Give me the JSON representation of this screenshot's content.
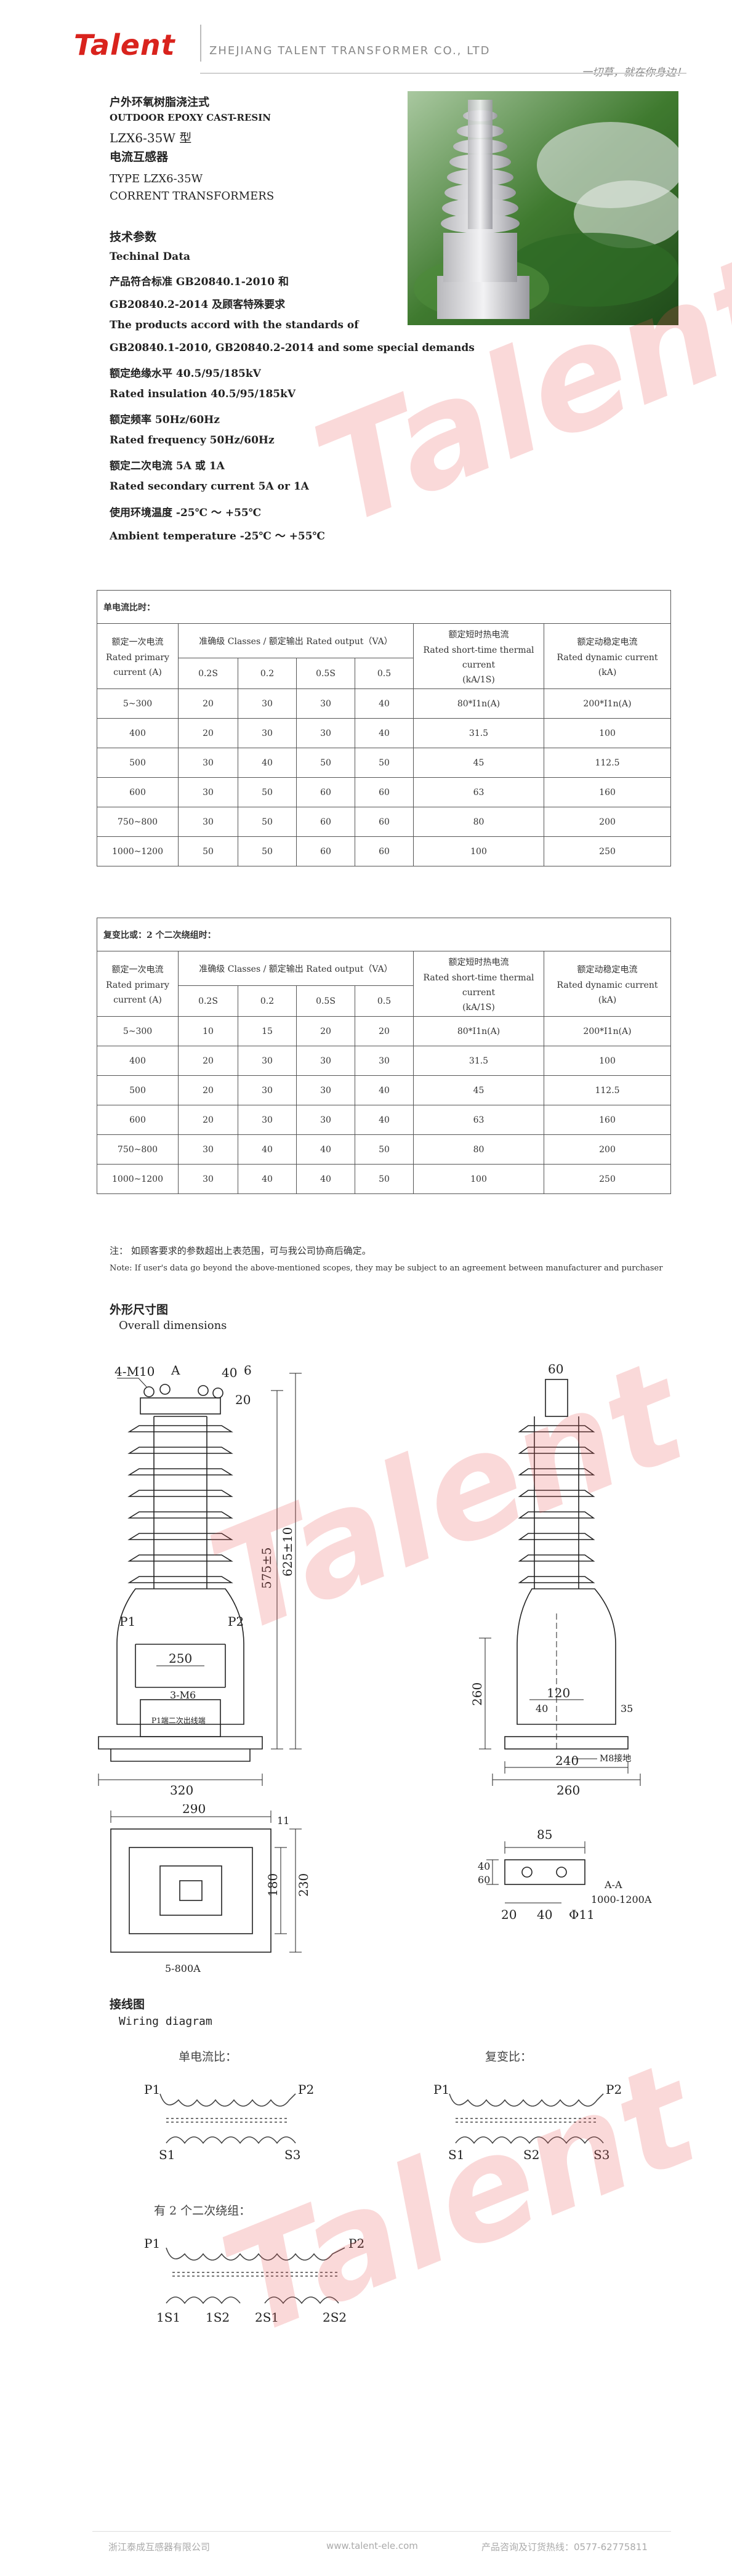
{
  "header": {
    "logo": "Talent",
    "company": "ZHEJIANG TALENT TRANSFORMER CO., LTD",
    "slogan": "一切草，就在你身边！"
  },
  "watermark": "Talent",
  "intro": {
    "title_cn": "户外环氧树脂浇注式",
    "title_en": "OUTDOOR EPOXY CAST-RESIN",
    "type_cn": "LZX6-35W  型",
    "name_cn": "电流互感器",
    "type_en": "TYPE    LZX6-35W",
    "name_en": "CORRENT TRANSFORMERS",
    "tech_cn": "技术参数",
    "tech_en": "Techinal Data",
    "std_cn_1": "产品符合标准 GB20840.1-2010 和",
    "std_cn_2": "GB20840.2-2014 及顾客特殊要求",
    "std_en_1": "The products accord with the standards of",
    "std_en_2": "GB20840.1-2010, GB20840.2-2014 and some special demands",
    "ins_cn": "额定绝缘水平  40.5/95/185kV",
    "ins_en": "Rated insulation    40.5/95/185kV",
    "freq_cn": "额定频率  50Hz/60Hz",
    "freq_en": "Rated frequency    50Hz/60Hz",
    "sec_cn": "额定二次电流  5A 或 1A",
    "sec_en": "Rated secondary current  5A or 1A",
    "temp_cn": "使用环境温度  -25℃  ～ +55℃",
    "temp_en": "Ambient temperature     -25℃  ～  +55℃"
  },
  "table_headers": {
    "col_primary": [
      "额定一次电流",
      "Rated primary",
      "current   (A)"
    ],
    "col_classes": "准确级 Classes   /   额定输出 Rated output（VA）",
    "col_thermal": [
      "额定短时热电流",
      "Rated short-time thermal",
      "current",
      "(kA/1S)"
    ],
    "col_dynamic": [
      "额定动稳定电流",
      "Rated dynamic current",
      "(kA)"
    ],
    "classes": [
      "0.2S",
      "0.2",
      "0.5S",
      "0.5"
    ]
  },
  "table1": {
    "caption": "单电流比时：",
    "rows": [
      [
        "5~300",
        "20",
        "30",
        "30",
        "40",
        "80*I1n(A)",
        "200*I1n(A)"
      ],
      [
        "400",
        "20",
        "30",
        "30",
        "40",
        "31.5",
        "100"
      ],
      [
        "500",
        "30",
        "40",
        "50",
        "50",
        "45",
        "112.5"
      ],
      [
        "600",
        "30",
        "50",
        "60",
        "60",
        "63",
        "160"
      ],
      [
        "750~800",
        "30",
        "50",
        "60",
        "60",
        "80",
        "200"
      ],
      [
        "1000~1200",
        "50",
        "50",
        "60",
        "60",
        "100",
        "250"
      ]
    ]
  },
  "table2": {
    "caption": "复变比或：2 个二次绕组时：",
    "rows": [
      [
        "5~300",
        "10",
        "15",
        "20",
        "20",
        "80*I1n(A)",
        "200*I1n(A)"
      ],
      [
        "400",
        "20",
        "30",
        "30",
        "30",
        "31.5",
        "100"
      ],
      [
        "500",
        "20",
        "30",
        "30",
        "40",
        "45",
        "112.5"
      ],
      [
        "600",
        "20",
        "30",
        "30",
        "40",
        "63",
        "160"
      ],
      [
        "750~800",
        "30",
        "40",
        "40",
        "50",
        "80",
        "200"
      ],
      [
        "1000~1200",
        "30",
        "40",
        "40",
        "50",
        "100",
        "250"
      ]
    ]
  },
  "notes": {
    "cn": "注：  如顾客要求的参数超出上表范围，可与我公司协商后确定。",
    "en": "Note:    If user's data go beyond the above-mentioned scopes, they may be subject to an agreement between manufacturer and purchaser"
  },
  "dimensions": {
    "title_cn": "外形尺寸图",
    "title_en": "Overall dimensions",
    "front": {
      "d4m10": "4-M10",
      "a": "A",
      "d40": "40",
      "d6": "6",
      "d20": "20",
      "d575": "575±5",
      "d625": "625±10",
      "p1": "P1",
      "p2": "P2",
      "d250": "250",
      "d3m6": "3-M6",
      "terminal": "P1端二次出线端",
      "d320": "320"
    },
    "side": {
      "d60": "60",
      "d120": "120",
      "d260v": "260",
      "d35": "35",
      "d40": "40",
      "ground": "M8接地",
      "d240": "240",
      "d260": "260"
    },
    "bottom": {
      "d290": "290",
      "d11": "11",
      "d180": "180",
      "d230": "230",
      "label": "5-800A"
    },
    "detail": {
      "d85": "85",
      "d40a": "40",
      "d60": "60",
      "d20": "20",
      "d40b": "40",
      "hole": "Φ11",
      "title": "A-A",
      "range": "1000-1200A"
    }
  },
  "wiring": {
    "title_cn": "接线图",
    "title_en": "Wiring diagram",
    "single_title": "单电流比：",
    "dual_title": "复变比：",
    "two_title": "有 2 个二次绕组：",
    "p1": "P1",
    "p2": "P2",
    "s1": "S1",
    "s2": "S2",
    "s3": "S3",
    "t1s1": "1S1",
    "t1s2": "1S2",
    "t2s1": "2S1",
    "t2s2": "2S2"
  },
  "footer": {
    "company": "浙江泰成互感器有限公司",
    "website": "www.talent-ele.com",
    "phone": "产品咨询及订货热线：0577-62775811"
  }
}
